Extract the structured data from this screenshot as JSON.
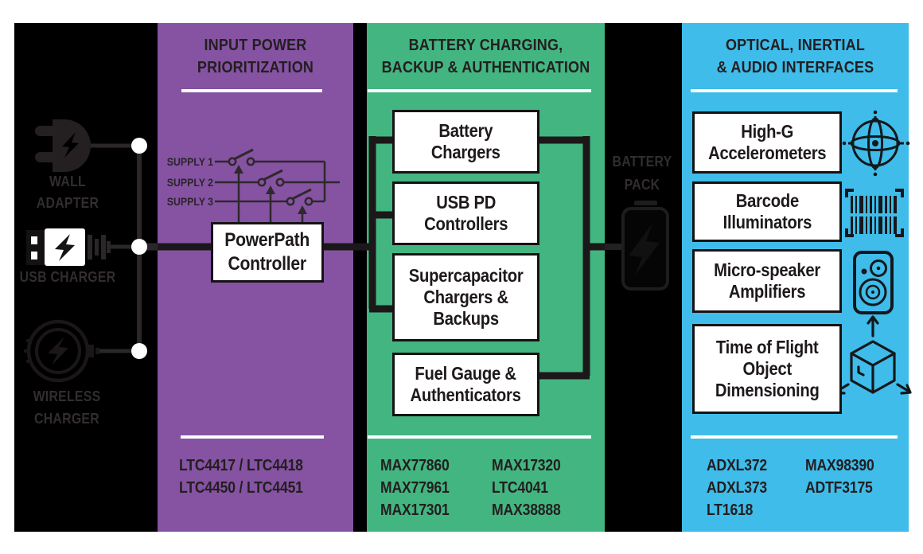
{
  "colors": {
    "panel_purple": "#8553a2",
    "panel_green": "#43b581",
    "panel_blue": "#3fbce9",
    "canvas_black": "#000000",
    "accent_white": "#ffffff",
    "dark_text": "#231e20"
  },
  "sources": {
    "wall_adapter_label": "WALL ADAPTER",
    "usb_charger_label": "USB CHARGER",
    "wireless_charger_label": "WIRELESS\nCHARGER"
  },
  "power_prioritization": {
    "title": "INPUT POWER\nPRIORITIZATION",
    "supply_labels": [
      "SUPPLY 1",
      "SUPPLY 2",
      "SUPPLY 3"
    ],
    "controller_label": "PowerPath\nController",
    "part_numbers": [
      "LTC4417 / LTC4418",
      "LTC4450 / LTC4451"
    ]
  },
  "battery_charging": {
    "title": "BATTERY CHARGING,\nBACKUP & AUTHENTICATION",
    "blocks": [
      "Battery\nChargers",
      "USB PD\nControllers",
      "Supercapacitor\nChargers &\nBackups",
      "Fuel Gauge &\nAuthenticators"
    ],
    "part_numbers_col1": [
      "MAX77860",
      "MAX77961",
      "MAX17301"
    ],
    "part_numbers_col2": [
      "MAX17320",
      "LTC4041",
      "MAX38888"
    ]
  },
  "battery_pack": {
    "label": "BATTERY\nPACK"
  },
  "interfaces": {
    "title": "OPTICAL, INERTIAL\n& AUDIO INTERFACES",
    "blocks": [
      "High-G\nAccelerometers",
      "Barcode\nIlluminators",
      "Micro-speaker\nAmplifiers",
      "Time of Flight\nObject\nDimensioning"
    ],
    "part_numbers_col1": [
      "ADXL372",
      "ADXL373",
      "LT1618"
    ],
    "part_numbers_col2": [
      "MAX98390",
      "ADTF3175"
    ]
  }
}
